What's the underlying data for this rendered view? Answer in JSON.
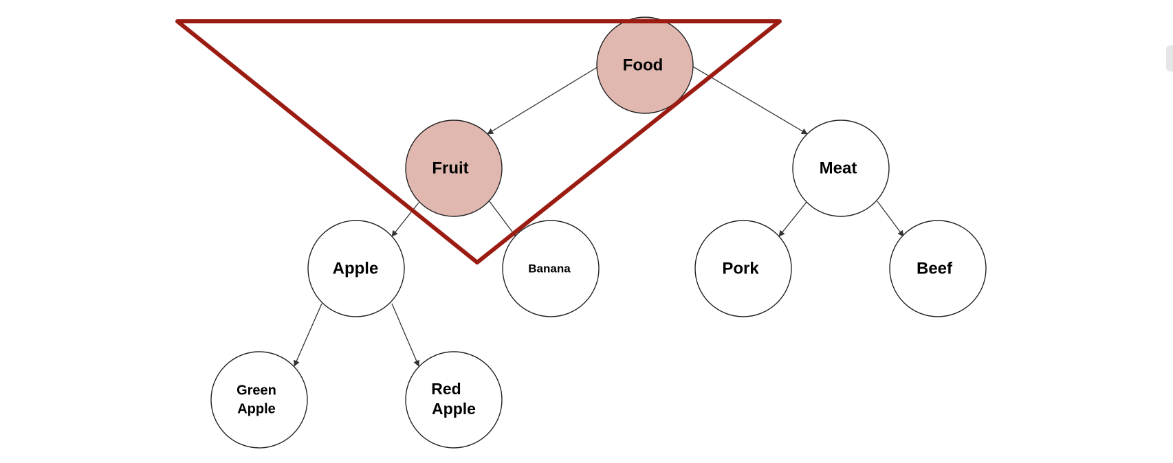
{
  "colors": {
    "highlight_fill": "#e0b8b0",
    "node_fill": "#ffffff",
    "triangle_stroke": "#9b1c12"
  },
  "nodes": {
    "food": {
      "label": "Food",
      "highlighted": true
    },
    "fruit": {
      "label": "Fruit",
      "highlighted": true
    },
    "meat": {
      "label": "Meat",
      "highlighted": false
    },
    "apple": {
      "label": "Apple",
      "highlighted": false
    },
    "banana": {
      "label": "Banana",
      "highlighted": false
    },
    "pork": {
      "label": "Pork",
      "highlighted": false
    },
    "beef": {
      "label": "Beef",
      "highlighted": false
    },
    "green_apple": {
      "label_lines": [
        "Green",
        "Apple"
      ],
      "highlighted": false
    },
    "red_apple": {
      "label_lines": [
        "Red",
        "Apple"
      ],
      "highlighted": false
    }
  },
  "edges": [
    [
      "food",
      "fruit"
    ],
    [
      "food",
      "meat"
    ],
    [
      "fruit",
      "apple"
    ],
    [
      "fruit",
      "banana"
    ],
    [
      "meat",
      "pork"
    ],
    [
      "meat",
      "beef"
    ],
    [
      "apple",
      "green_apple"
    ],
    [
      "apple",
      "red_apple"
    ]
  ]
}
